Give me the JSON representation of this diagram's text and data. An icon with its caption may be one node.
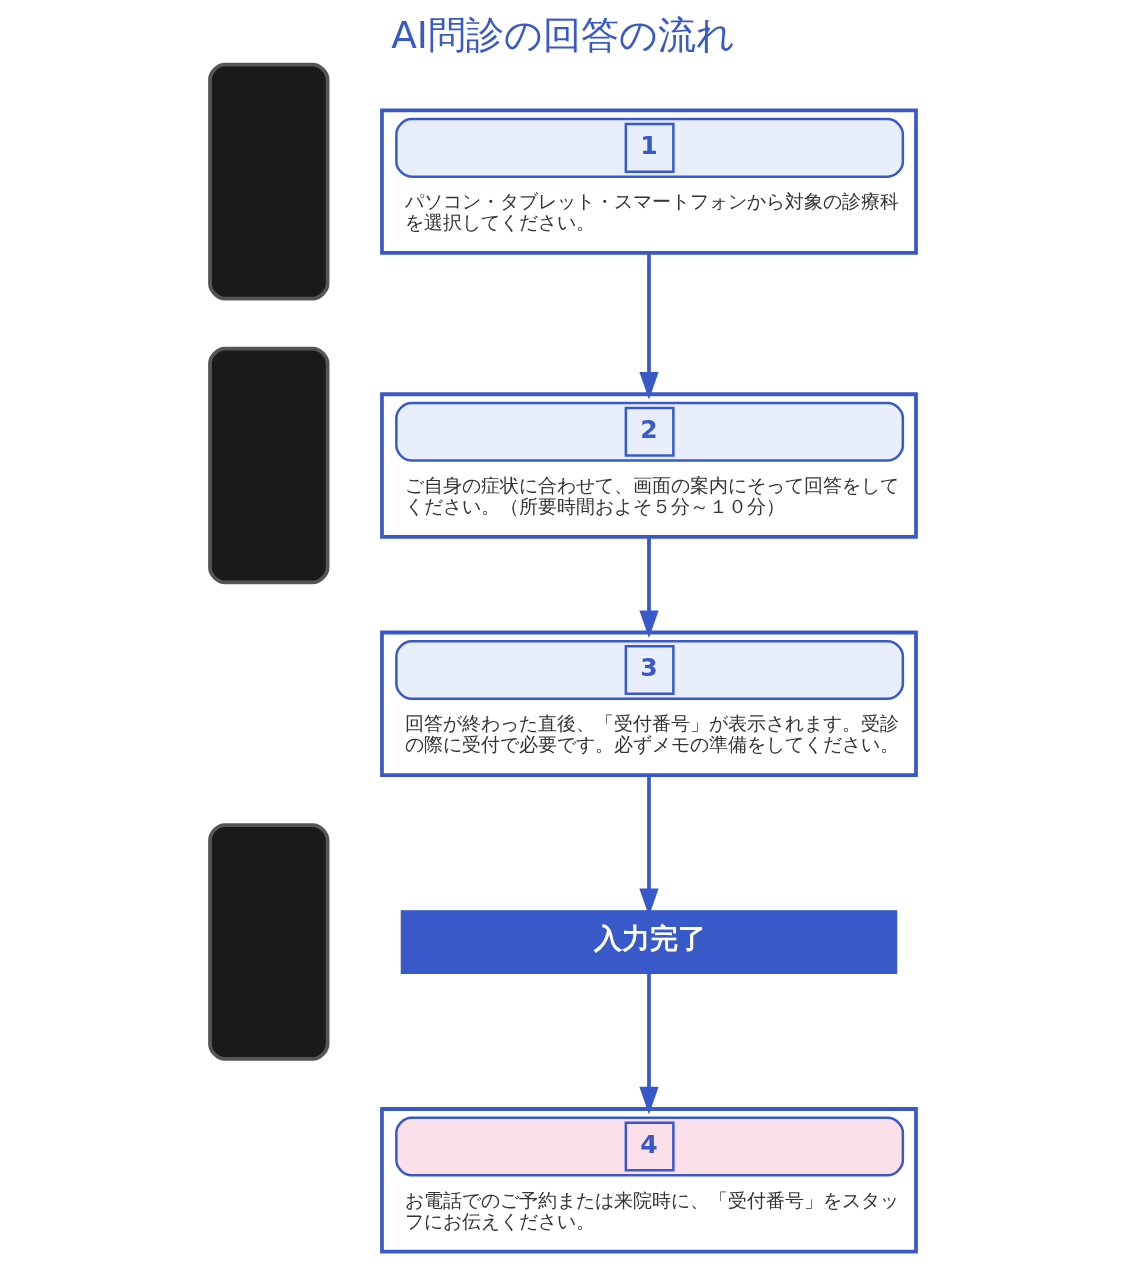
{
  "diagram": {
    "title": "AI問診の回答の流れ",
    "nodes": [
      {
        "text": [],
        "shape": "box"
      },
      {
        "text": [
          "1",
          "パソコン・タブレット・スマートフォンから対象の診療科を選択してください。"
        ]
      },
      {
        "text": [],
        "shape": "box"
      },
      {
        "text": [
          "2",
          "ご自身の症状に合わせて、画面の案内にそって回答をしてください。（所要時間およそ５分～１０分）"
        ]
      },
      {
        "text": [
          "3",
          "回答が終わった直後、「受付番号」が表示されます。受診の際に受付で必要です。必ずメモの準備をしてください。"
        ]
      },
      {
        "text": [
          "入力完了"
        ]
      },
      {
        "text": [],
        "shape": "box"
      },
      {
        "text": [
          "4",
          "お電話でのご予約または来院時に、「受付番号」をスタッフにお伝えください。"
        ]
      }
    ],
    "edges": [
      {
        "from": 1,
        "to": 3,
        "arrow": "to"
      },
      {
        "from": 3,
        "to": 4,
        "arrow": "to"
      },
      {
        "from": 4,
        "to": 5,
        "arrow": "to"
      },
      {
        "from": 5,
        "to": 7,
        "arrow": "to"
      }
    ]
  }
}
